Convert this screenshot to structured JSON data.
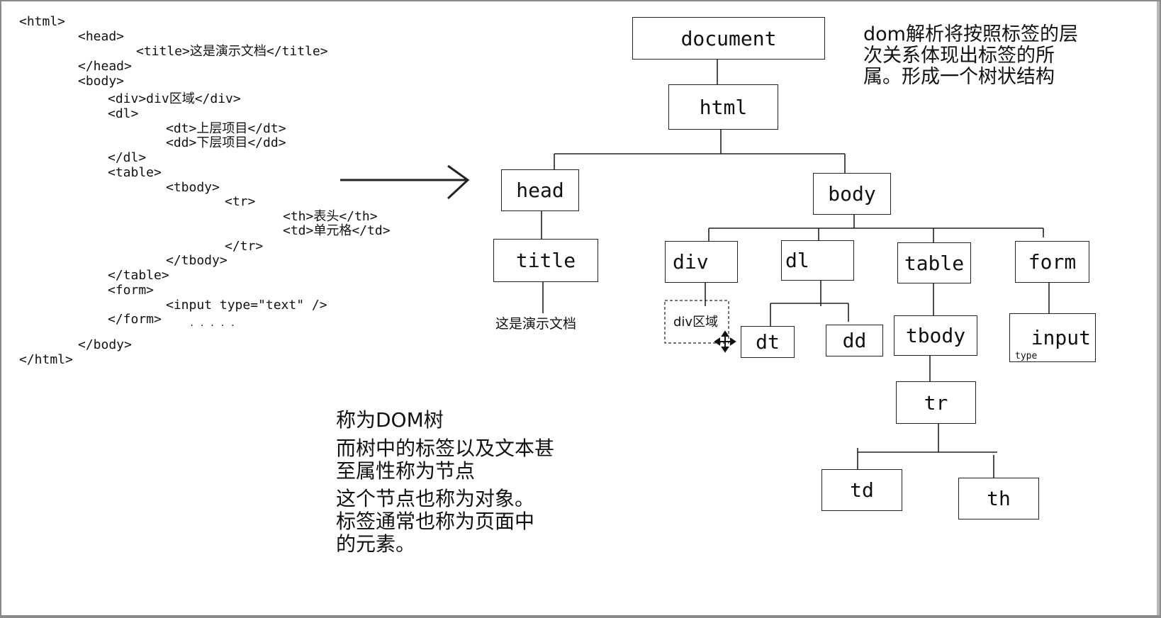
{
  "code": [
    "<html>",
    "<head>",
    "<title>这是演示文档</title>",
    "</head>",
    "<body>",
    "<div>div区域</div>",
    "<dl>",
    "<dt>上层项目</dt>",
    "<dd>下层项目</dd>",
    "</dl>",
    "<table>",
    "<tbody>",
    "<tr>",
    "<th>表头</th>",
    "<td>单元格</td>",
    "</tr>",
    "</tbody>",
    "</table>",
    "<form>",
    "<input type=\"text\" />",
    "</form>",
    ". . . . .",
    "</body>",
    "</html>"
  ],
  "tree": {
    "document": "document",
    "html": "html",
    "head": "head",
    "body": "body",
    "title": "title",
    "title_text": "这是演示文档",
    "div": "div",
    "div_text": "div区域",
    "dl": "dl",
    "dt": "dt",
    "dd": "dd",
    "table": "table",
    "tbody": "tbody",
    "tr": "tr",
    "td": "td",
    "th": "th",
    "form": "form",
    "input": "input",
    "input_attr": "type"
  },
  "notes": {
    "top_right": "dom解析将按照标签的层\n次关系体现出标签的所\n属。形成一个树状结构",
    "bottom_1": "称为DOM树",
    "bottom_2": "而树中的标签以及文本甚\n至属性称为节点",
    "bottom_3": "这个节点也称为对象。\n标签通常也称为页面中\n的元素。"
  },
  "colors": {
    "background": "#ffffff",
    "frame": "#8a8a8a",
    "line": "#222222"
  }
}
